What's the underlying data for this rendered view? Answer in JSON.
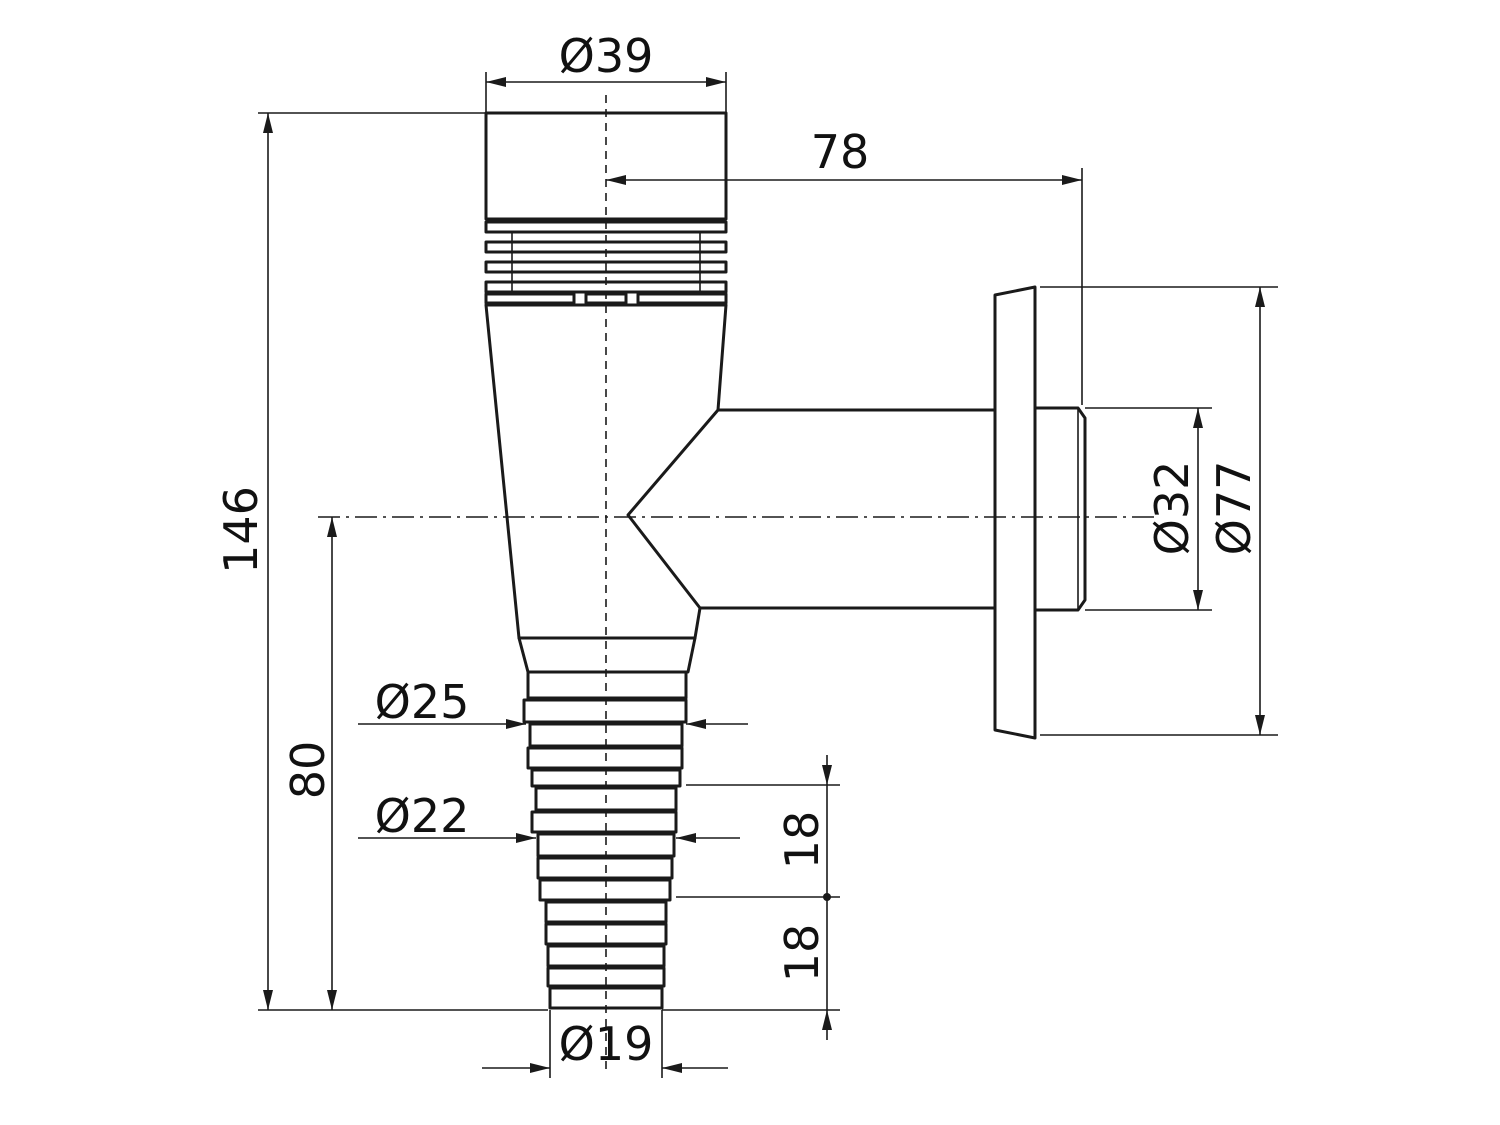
{
  "drawing": {
    "dimensions": {
      "top_diameter": "Ø39",
      "outlet_offset": "78",
      "outlet_diameter": "Ø32",
      "flange_diameter": "Ø77",
      "total_height": "146",
      "center_height": "80",
      "hose_diameter_upper": "Ø25",
      "hose_diameter_lower": "Ø22",
      "segment_upper": "18",
      "segment_lower": "18",
      "tip_diameter": "Ø19"
    }
  }
}
